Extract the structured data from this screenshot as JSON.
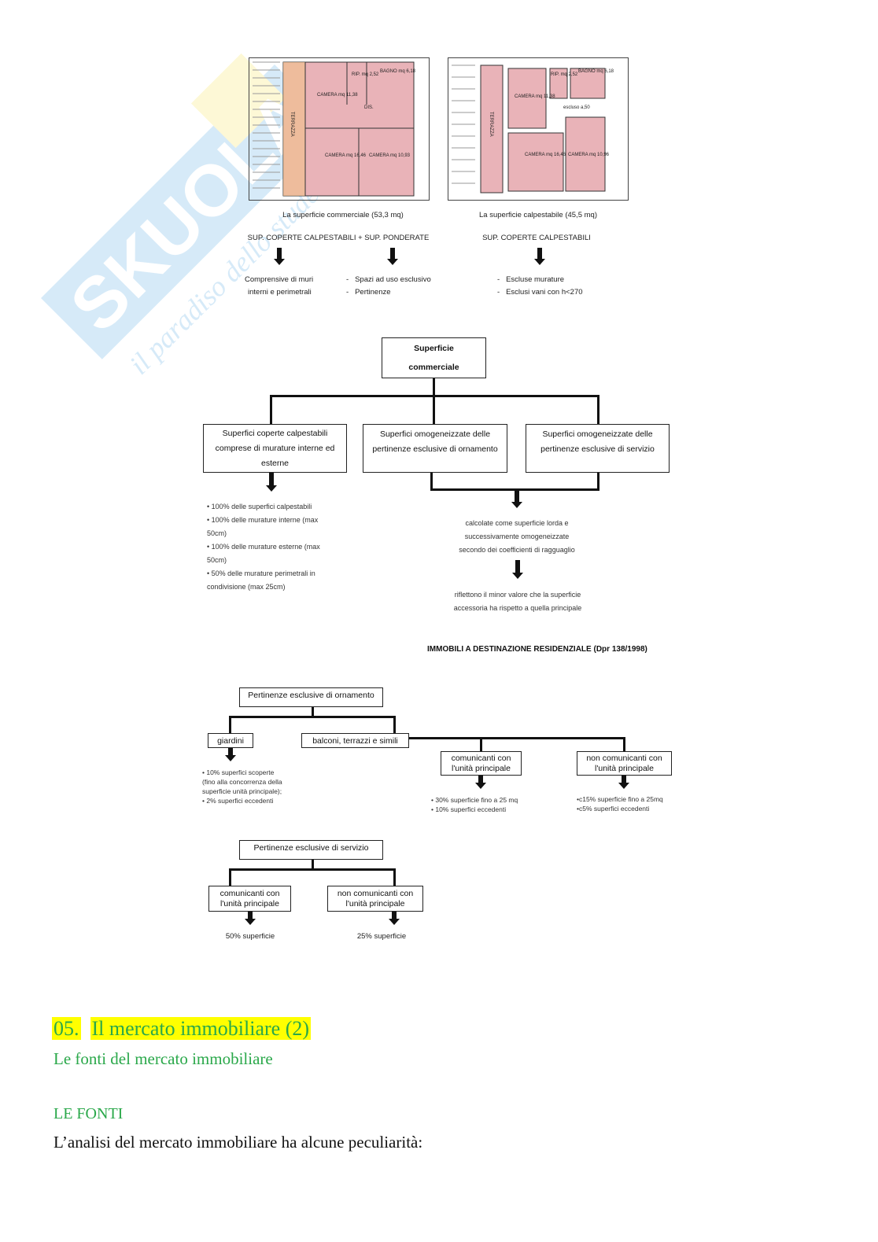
{
  "watermark": {
    "brand": "SKUOLA.NET",
    "tagline": "il paradiso dello studente"
  },
  "plans": {
    "left": {
      "rooms": [
        "CAMERA mq 11,38",
        "RIP. mq 2,52",
        "BAGNO mq 6,18",
        "DIS.",
        "CAMERA mq 16,46",
        "CAMERA mq 10,93",
        "TERRAZZA"
      ],
      "caption": "La superficie commerciale (53,3 mq)",
      "formula": "SUP. COPERTE CALPESTABILI + SUP. PONDERATE",
      "notes_a": [
        "Comprensive di muri",
        "interni e perimetrali"
      ],
      "notes_b": [
        "Spazi ad uso esclusivo",
        "Pertinenze"
      ]
    },
    "right": {
      "rooms": [
        "CAMERA mq 11,38",
        "RIP. mq 2,52",
        "BAGNO mq 6,18",
        "escluso a,50",
        "CAMERA mq 16,46",
        "CAMERA mq 10,96",
        "TERRAZZA"
      ],
      "caption": "La superficie calpestabile (45,5 mq)",
      "formula": "SUP. COPERTE CALPESTABILI",
      "notes": [
        "Escluse murature",
        "Esclusi vani con h<270"
      ]
    }
  },
  "tree1": {
    "root": [
      "Superficie",
      "commerciale"
    ],
    "children": [
      [
        "Superfici coperte calpestabili",
        "comprese di murature interne ed",
        "esterne"
      ],
      [
        "Superfici omogeneizzate delle",
        "pertinenze esclusive di ornamento"
      ],
      [
        "Superfici omogeneizzate delle",
        "pertinenze esclusive di servizio"
      ]
    ],
    "left_notes": [
      "• 100% delle superfici calpestabili",
      "• 100% delle murature interne (max",
      "50cm)",
      "• 100% delle murature esterne (max",
      "50cm)",
      "• 50% delle murature perimetrali in",
      "condivisione (max 25cm)"
    ],
    "right_notes_1": [
      "calcolate come superficie lorda e",
      "successivamente omogeneizzate",
      "secondo dei coefficienti di ragguaglio"
    ],
    "right_notes_2": [
      "riflettono il minor valore che la superficie",
      "accessoria ha rispetto a quella principale"
    ],
    "title": "IMMOBILI A DESTINAZIONE RESIDENZIALE (Dpr 138/1998)"
  },
  "tree2": {
    "root": "Pertinenze esclusive di ornamento",
    "giardini": "giardini",
    "balconi": "balconi, terrazzi e simili",
    "giardini_notes": [
      "• 10% superfici scoperte",
      "(fino alla concorrenza della",
      "superficie unità principale);",
      "• 2% superfici eccedenti"
    ],
    "com": [
      "comunicanti con",
      "l'unità principale"
    ],
    "noncom": [
      "non comunicanti con",
      "l'unità principale"
    ],
    "com_notes": [
      "• 30% superficie fino a 25 mq",
      "• 10% superfici eccedenti"
    ],
    "noncom_notes": [
      "•c15% superficie fino a 25mq",
      "•c5% superfici eccedenti"
    ]
  },
  "tree3": {
    "root": "Pertinenze esclusive di servizio",
    "com": [
      "comunicanti con",
      "l'unità principale"
    ],
    "noncom": [
      "non comunicanti con",
      "l'unità principale"
    ],
    "com_note": "50% superficie",
    "noncom_note": "25% superficie"
  },
  "section": {
    "number": "05.",
    "title": "Il mercato immobiliare (2)",
    "subtitle": "Le fonti del mercato immobiliare",
    "heading": "LE FONTI",
    "body": "L’analisi del mercato immobiliare ha alcune peculiarità:"
  },
  "colors": {
    "green": "#2aa84a",
    "highlight": "#ffff00",
    "plan_fill": "#e9b3b8"
  }
}
